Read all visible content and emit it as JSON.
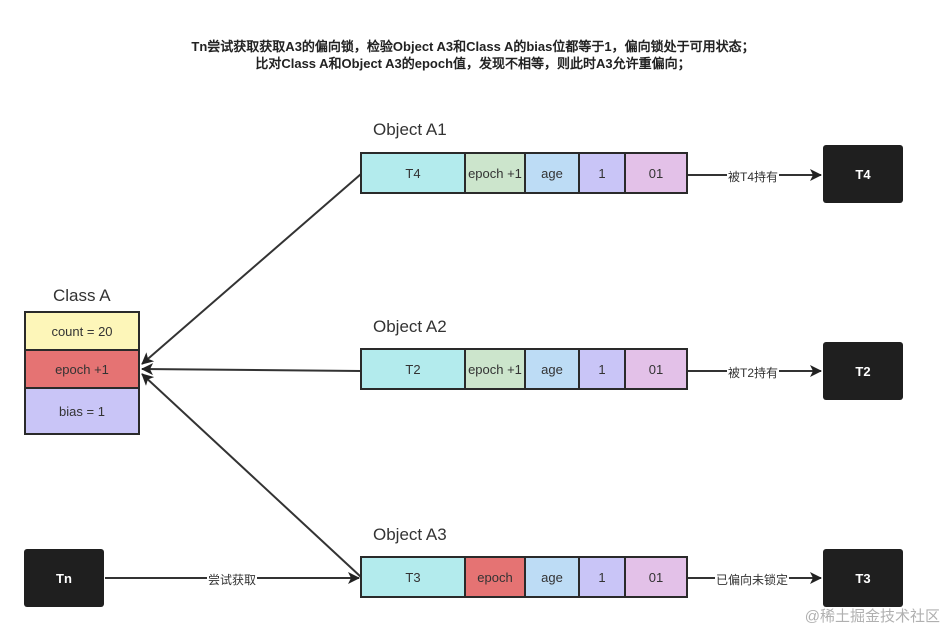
{
  "header": {
    "line1": "Tn尝试获取获取A3的偏向锁，检验Object A3和Class A的bias位都等于1，偏向锁处于可用状态；",
    "line2": "比对Class A和Object A3的epoch值，发现不相等，则此时A3允许重偏向；"
  },
  "class_a": {
    "title": "Class A",
    "count": "count = 20",
    "epoch": "epoch +1",
    "bias": "bias = 1",
    "colors": {
      "count": "#fdf6b9",
      "epoch": "#e57373",
      "bias": "#c9c5f7"
    }
  },
  "objects": [
    {
      "title": "Object A1",
      "thread": "T4",
      "epoch": "epoch +1",
      "age": "age",
      "bias": "1",
      "lock": "01",
      "edge_label": "被T4持有",
      "owner": "T4"
    },
    {
      "title": "Object A2",
      "thread": "T2",
      "epoch": "epoch +1",
      "age": "age",
      "bias": "1",
      "lock": "01",
      "edge_label": "被T2持有",
      "owner": "T2"
    },
    {
      "title": "Object A3",
      "thread": "T3",
      "epoch": "epoch",
      "age": "age",
      "bias": "1",
      "lock": "01",
      "edge_label": "已偏向未锁定",
      "owner": "T3"
    }
  ],
  "tn": {
    "label": "Tn",
    "edge_label": "尝试获取"
  },
  "watermark": "@稀土掘金技术社区"
}
